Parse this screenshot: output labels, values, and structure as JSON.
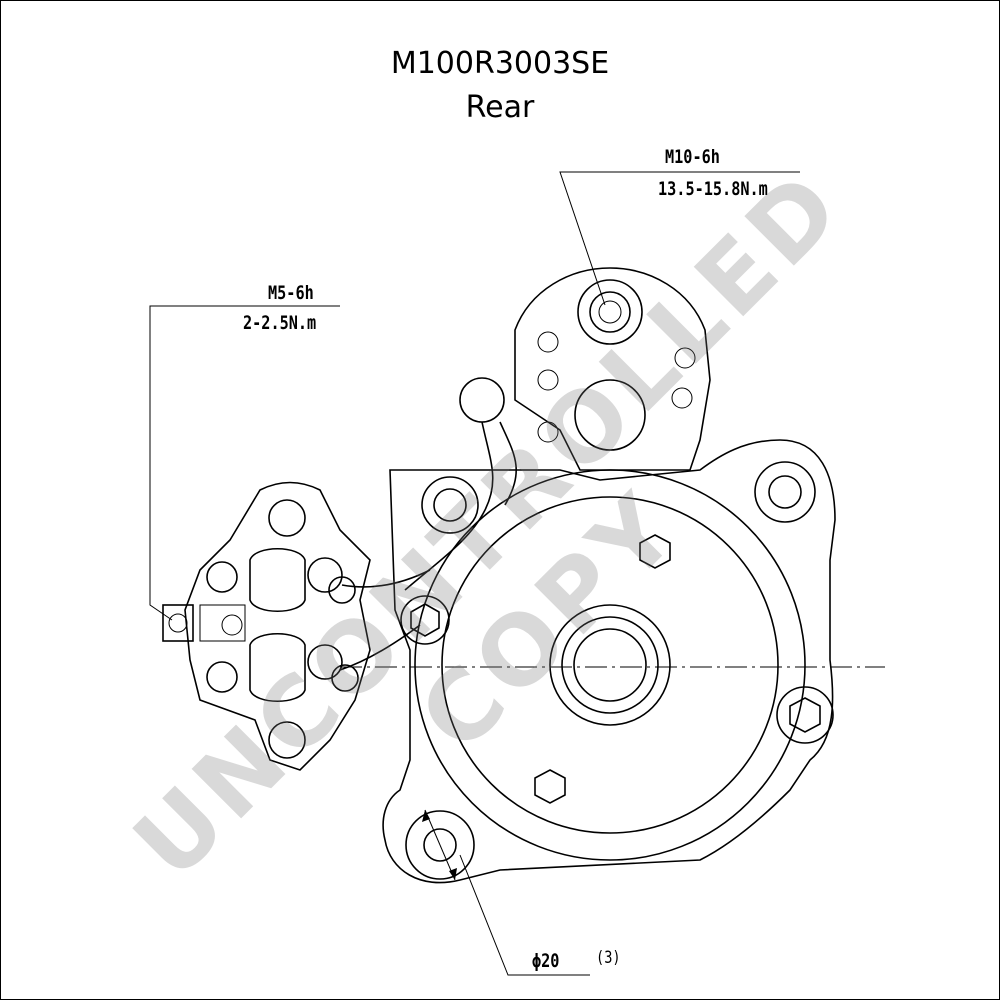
{
  "title": "M100R3003SE",
  "subtitle": "Rear",
  "callouts": {
    "top_right": {
      "thread": "M10-6h",
      "torque": "13.5-15.8N.m"
    },
    "left": {
      "thread": "M5-6h",
      "torque": "2-2.5N.m"
    },
    "bottom": {
      "diameter": "ϕ20",
      "qty": "(3)"
    }
  },
  "watermark": "UNCONTROLLED COPY"
}
